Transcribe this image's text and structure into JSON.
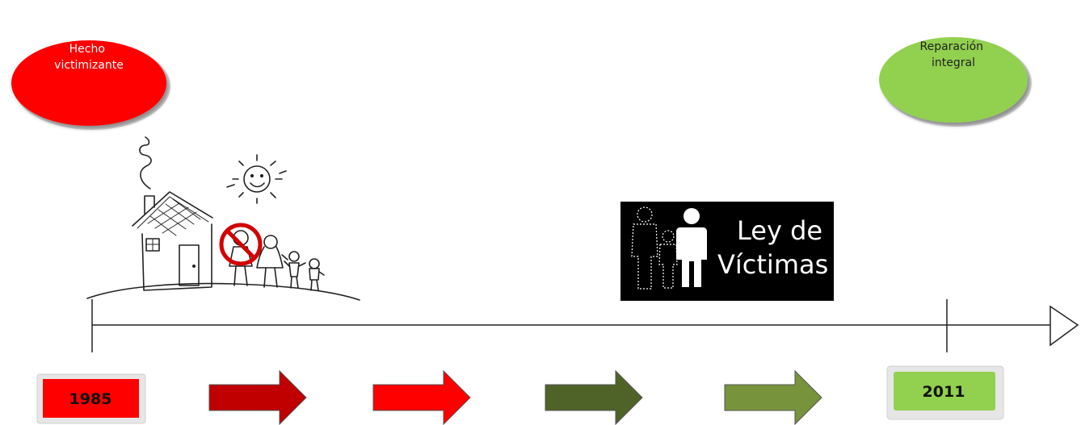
{
  "events": {
    "start": {
      "label_lines": [
        "Hecho",
        "victimizante"
      ],
      "color": "#ff0000"
    },
    "end": {
      "label_lines": [
        "Reparación",
        "integral"
      ],
      "color": "#92d050"
    }
  },
  "years": {
    "start": {
      "label": "1985",
      "color": "#ff0000"
    },
    "end": {
      "label": "2011",
      "color": "#92d050"
    }
  },
  "law_sign": {
    "line1": "Ley de",
    "line2": "Víctimas",
    "background": "#000000"
  },
  "stage_arrows": [
    {
      "color": "#c00000"
    },
    {
      "color": "#ff0000"
    },
    {
      "color": "#4f6228"
    },
    {
      "color": "#77933c"
    }
  ],
  "illustration": {
    "icons": [
      "house-icon",
      "sun-icon",
      "family-icon",
      "prohibited-icon"
    ]
  }
}
